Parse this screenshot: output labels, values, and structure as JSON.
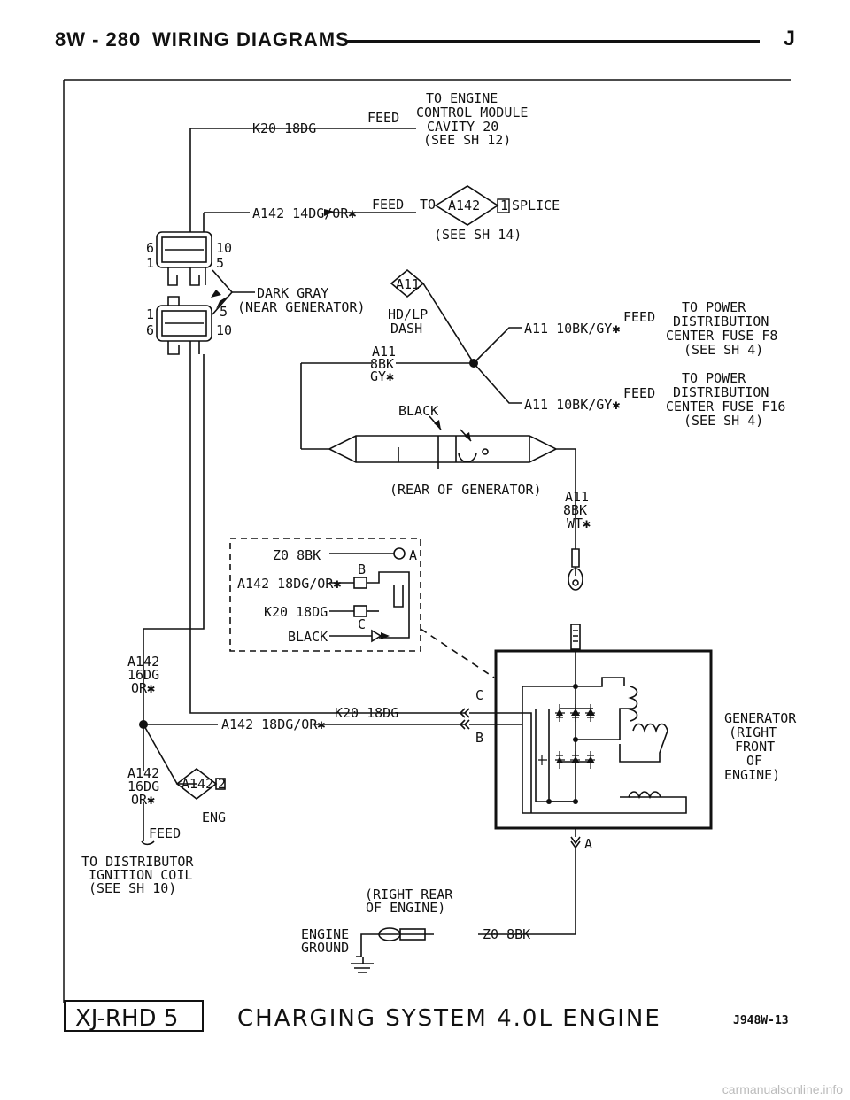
{
  "header": {
    "page_number": "8W - 280",
    "section_title": "WIRING DIAGRAMS",
    "letter": "J"
  },
  "labels": {
    "to_engine": "TO ENGINE",
    "control_module": "CONTROL MODULE",
    "cavity_20": "CAVITY 20",
    "see_sh_12": "(SEE SH 12)",
    "k20_top": "K20 18DG",
    "feed_1": "FEED",
    "a142_14dg": "A142 14DG/OR✱",
    "feed_2": "FEED",
    "to_splice_to": "TO",
    "splice_id": "A142",
    "splice_num": "1",
    "splice_word": "SPLICE",
    "see_sh_14": "(SEE SH 14)",
    "pin_6_top": "6",
    "pin_1_top": "1",
    "pin_10_top": "10",
    "pin_5_top": "5",
    "dark_gray": "DARK GRAY",
    "near_generator": "(NEAR GENERATOR)",
    "pin_1_bot": "1",
    "pin_6_bot": "6",
    "pin_5_bot": "5",
    "pin_10_bot": "10",
    "a11_diamond": "A11",
    "hd_lp": "HD/LP",
    "dash": "DASH",
    "a11_wire": "A11",
    "wire_8bk": "8BK",
    "wire_gy": "GY✱",
    "black_lbl": "BLACK",
    "a11_10bk_1": "A11 10BK/GY✱",
    "feed_3": "FEED",
    "to_power_1": "TO POWER",
    "distribution_1": "DISTRIBUTION",
    "center_fuse_f8": "CENTER FUSE F8",
    "see_sh_4a": "(SEE SH 4)",
    "a11_10bk_2": "A11 10BK/GY✱",
    "feed_4": "FEED",
    "to_power_2": "TO POWER",
    "distribution_2": "DISTRIBUTION",
    "center_fuse_f16": "CENTER FUSE F16",
    "see_sh_4b": "(SEE SH 4)",
    "rear_of_generator": "(REAR OF GENERATOR)",
    "a11_8bk_1": "A11",
    "a11_8bk_2": "8BK",
    "a11_8bk_3": "WT✱",
    "z0_8bk_conn": "Z0 8BK",
    "pin_a": "A",
    "pin_b": "B",
    "a142_18dg_conn": "A142 18DG/OR✱",
    "k20_18dg_conn": "K20 18DG",
    "pin_c": "C",
    "black_conn": "BLACK",
    "a142_16dg_1": "A142",
    "a142_16dg_2": "16DG",
    "a142_16dg_3": "OR✱",
    "k20_gen": "K20 18DG",
    "gen_c": "C",
    "a142_gen": "A142 18DG/OR✱",
    "gen_b": "B",
    "generator": "GENERATOR",
    "right": "(RIGHT",
    "front": "FRONT",
    "of": "OF",
    "engine_close": "ENGINE)",
    "a142_16dg_b1": "A142",
    "a142_16dg_b2": "16DG",
    "a142_16dg_b3": "OR✱",
    "splice2_id": "A142",
    "splice2_num": "2",
    "eng": "ENG",
    "feed_5": "FEED",
    "to_distributor": "TO DISTRIBUTOR",
    "ignition_coil": "IGNITION COIL",
    "see_sh_10": "(SEE SH 10)",
    "gen_a": "A",
    "right_rear": "(RIGHT REAR",
    "of_engine": "OF ENGINE)",
    "engine": "ENGINE",
    "ground": "GROUND",
    "z0_8bk_gnd": "Z0 8BK"
  },
  "footer": {
    "model": "XJ-RHD 5",
    "title": "CHARGING SYSTEM 4.0L ENGINE",
    "code": "J948W-13"
  },
  "watermark": "carmanualsonline.info"
}
